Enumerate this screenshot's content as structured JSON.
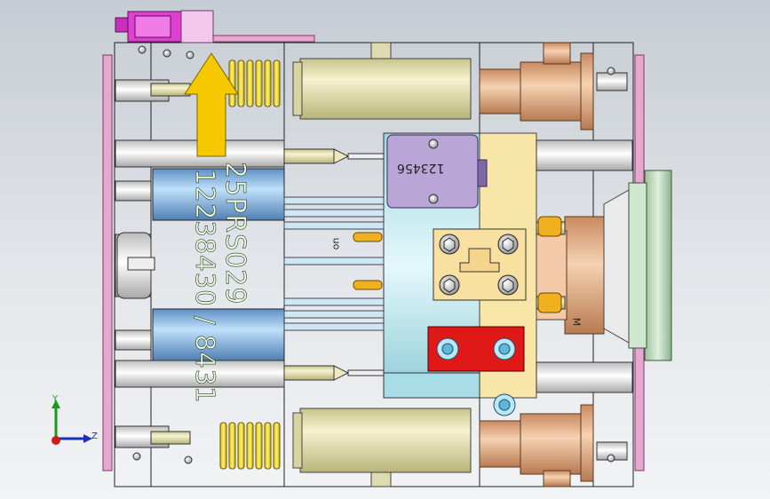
{
  "drawing": {
    "part_label": "25PRS029",
    "number_label": "12238430 / 8431",
    "block_label": "123456",
    "small_mark_u": "uo",
    "small_mark_m": "M"
  },
  "axis_triad": {
    "y_label": "Y",
    "z_label": "Z",
    "colors": {
      "y": "#1a9a1a",
      "z": "#1a2fbf",
      "x": "#d01a1a"
    }
  },
  "colors": {
    "background": "#d8dce1",
    "frame_pink": "#d98bbd",
    "cylinder_cream": "#e8e3b0",
    "cylinder_blue": "#8ab8e0",
    "copper": "#e8b088",
    "block_lavender": "#b9a6d6",
    "plate_cyan": "#bfe8ee",
    "clamp_red": "#e01818",
    "spring_yellow": "#f0d840",
    "arrow_yellow": "#f5c800",
    "connector_magenta": "#e040d0",
    "dial_green": "#bcd8bc"
  }
}
